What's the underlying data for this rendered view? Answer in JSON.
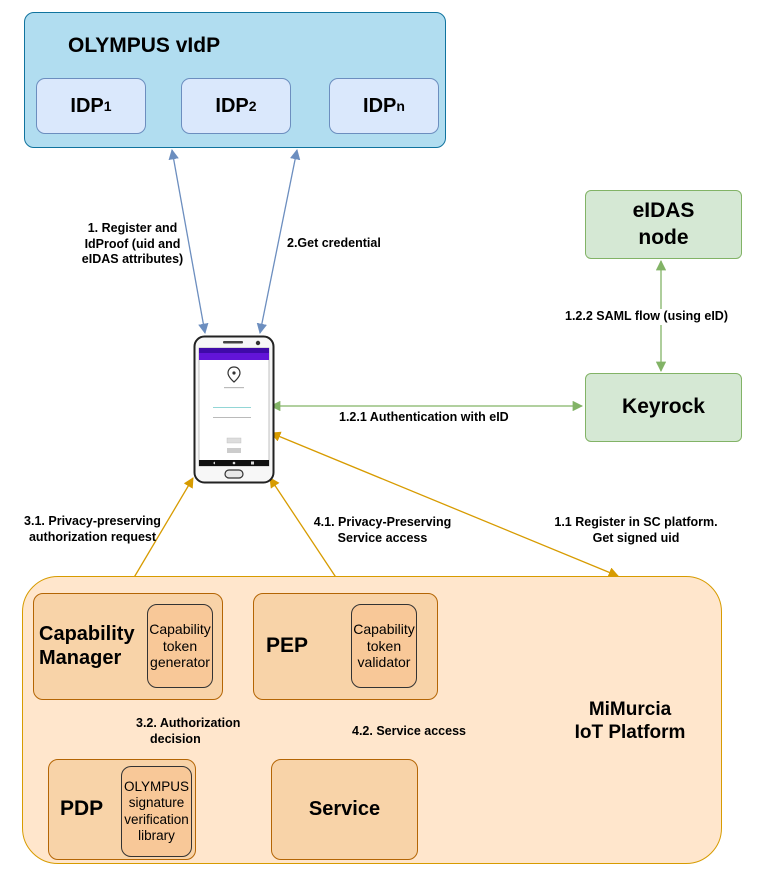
{
  "vidp": {
    "title": "OLYMPUS vIdP",
    "idps": [
      {
        "label": "IDP",
        "sub": "1"
      },
      {
        "label": "IDP",
        "sub": "2"
      },
      {
        "label": "IDP",
        "sub": "n"
      }
    ]
  },
  "eidas": {
    "line1": "eIDAS",
    "line2": "node"
  },
  "keyrock": {
    "label": "Keyrock"
  },
  "platform": {
    "title_line1": "MiMurcia",
    "title_line2": "IoT Platform",
    "capability_manager": {
      "line1": "Capability",
      "line2": "Manager"
    },
    "token_generator": {
      "line1": "Capability",
      "line2": "token",
      "line3": "generator"
    },
    "pep": {
      "label": "PEP"
    },
    "token_validator": {
      "line1": "Capability",
      "line2": "token",
      "line3": "validator"
    },
    "pdp": {
      "label": "PDP"
    },
    "verification_library": {
      "line1": "OLYMPUS",
      "line2": "signature",
      "line3": "verification",
      "line4": "library"
    },
    "service": {
      "label": "Service"
    }
  },
  "edges": {
    "register_line1": "1. Register and",
    "register_line2": "IdProof (uid and",
    "register_line3": "eIDAS attributes)",
    "get_credential": "2.Get credential",
    "saml_flow": "1.2.2 SAML flow (using eID)",
    "auth_eid": "1.2.1 Authentication with eID",
    "authz_req_line1": "3.1. Privacy-preserving",
    "authz_req_line2": "authorization request",
    "service_access_pp_line1": "4.1. Privacy-Preserving",
    "service_access_pp_line2": "Service access",
    "register_sc_line1": "1.1 Register in SC platform.",
    "register_sc_line2": "Get signed uid",
    "authz_decision_line1": "3.2. Authorization",
    "authz_decision_line2": "decision",
    "service_access": "4.2. Service access"
  },
  "colors": {
    "blue_arrow": "#6c8ebf",
    "green_arrow": "#82b366",
    "orange_arrow": "#d79b00"
  }
}
